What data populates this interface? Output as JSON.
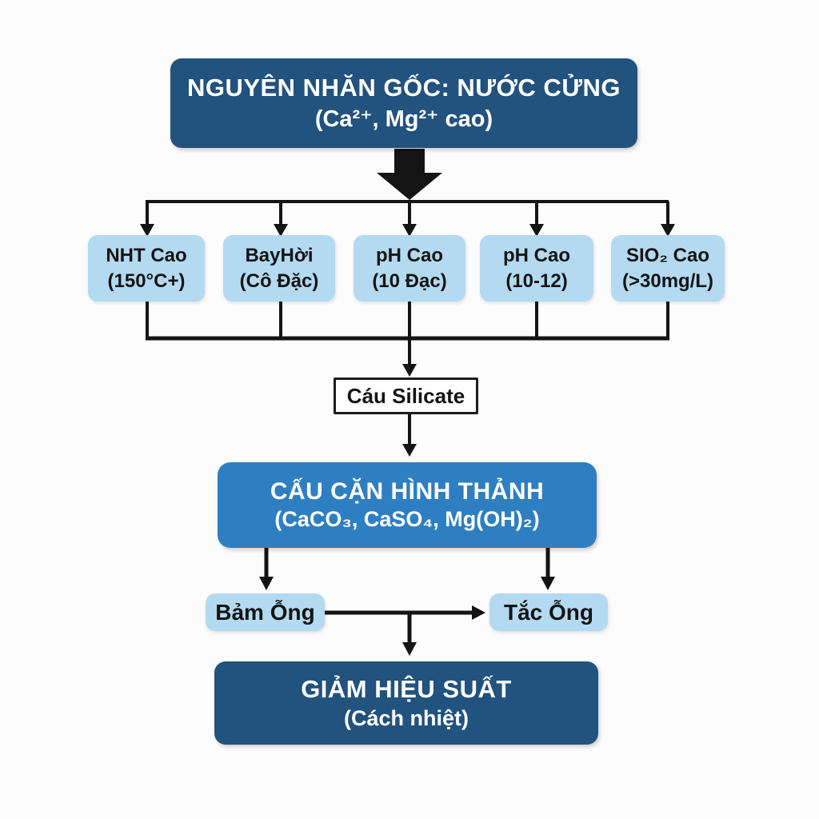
{
  "diagram": {
    "root": {
      "line1": "NGUYÊN NHĂN GỐC: NƯỚC CỬNG",
      "line2": "(Ca²⁺, Mg²⁺ cao)"
    },
    "causes": [
      {
        "line1": "NHT Cao",
        "line2": "(150°C+)"
      },
      {
        "line1": "BayHời",
        "line2": "(Cô Đặc)"
      },
      {
        "line1": "pH Cao",
        "line2": "(10 Đạc)"
      },
      {
        "line1": "pH Cao",
        "line2": "(10-12)"
      },
      {
        "line1": "SIO₂ Cao",
        "line2": "(>30mg/L)"
      }
    ],
    "intermediate": {
      "label": "Cáu Silicate"
    },
    "formation": {
      "line1": "CẤU CẶN HÌNH THẢNH",
      "line2": "(CaCO₃, CaSO₄, Mg(OH)₂)"
    },
    "effects": [
      {
        "label": "Bảm Ỗng"
      },
      {
        "label": "Tắc Ỗng"
      }
    ],
    "result": {
      "line1": "GIẢM HIỆU SUẤT",
      "line2": "(Cách nhiệt)"
    },
    "colors": {
      "dark_blue": "#22527e",
      "medium_blue": "#2e7fc1",
      "light_blue": "#b3daf1",
      "line_black": "#141414"
    }
  }
}
